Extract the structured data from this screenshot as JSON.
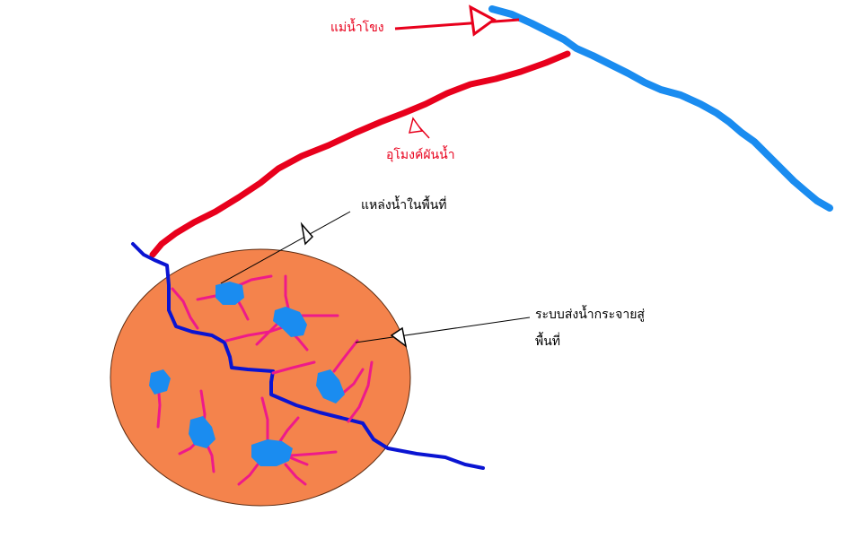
{
  "labels": {
    "mekong_river": "แม่น้ำโขง",
    "diversion_tunnel": "อุโมงค์ผันน้ำ",
    "local_water_sources": "แหล่งน้ำในพื้นที่",
    "distribution_system_line1": "ระบบส่งน้ำกระจายสู่",
    "distribution_system_line2": "พื้นที่"
  },
  "colors": {
    "mekong_river": "#1a8cf0",
    "diversion_tunnel": "#e8001c",
    "area_fill": "#f4834c",
    "main_canal": "#0a14d2",
    "branch_canals": "#ee1a8a",
    "water_sources": "#1a8cf0",
    "label_red": "#e8001c",
    "label_black": "#000000"
  }
}
